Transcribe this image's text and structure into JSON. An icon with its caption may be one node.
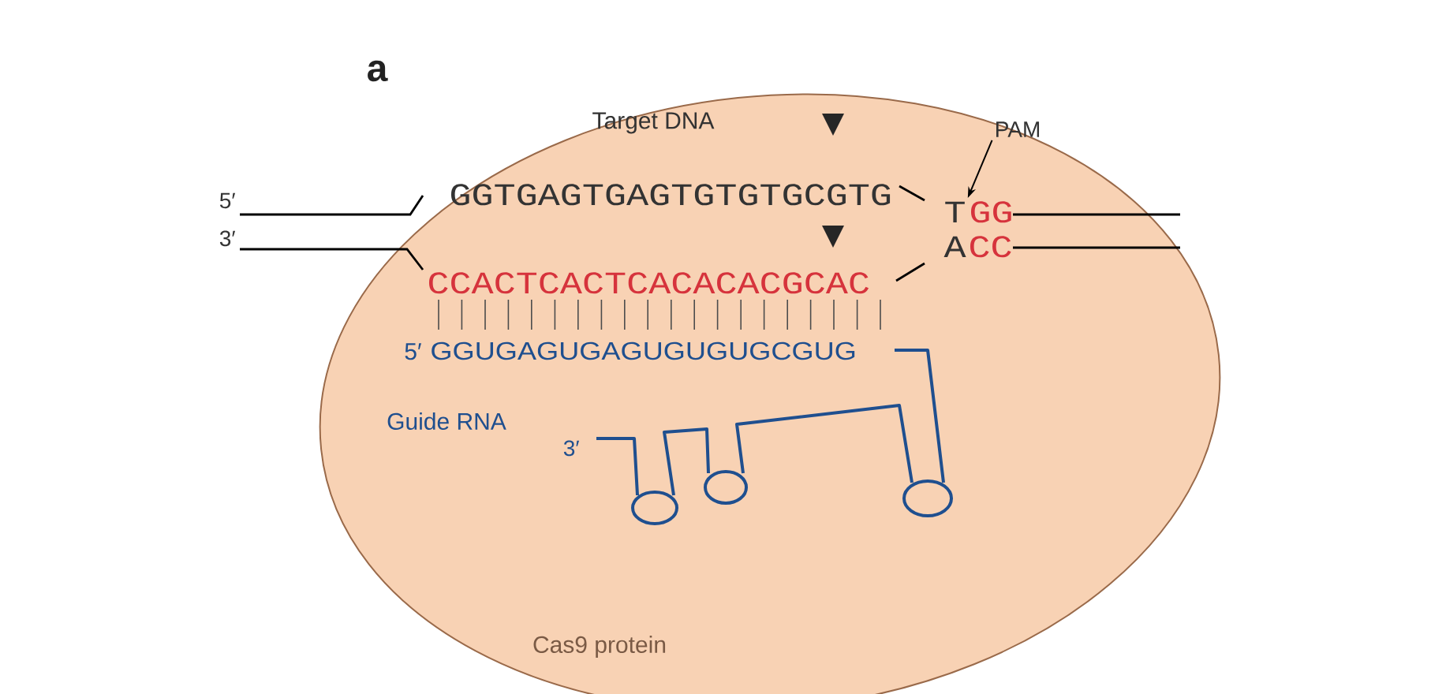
{
  "diagram": {
    "nodes": [
      {
        "text": [
          "Cas9 protein"
        ]
      },
      {
        "text": [
          "PAM"
        ],
        "in": 0
      },
      {
        "text": [
          "GG"
        ],
        "in": 0
      }
    ],
    "edges": [
      {
        "from": 1,
        "to": 2,
        "arrow": "to"
      }
    ],
    "labels": [
      "a",
      "Target DNA",
      "5′",
      "GGTGAGTGAGTGTGTGCGTG",
      "T",
      "3′",
      "CCACTCACTCACACACGCAC",
      "A",
      "CC",
      "5′",
      "GGUGAGUGAGUGUGUGCGUG",
      "Guide RNA",
      "3′"
    ]
  }
}
